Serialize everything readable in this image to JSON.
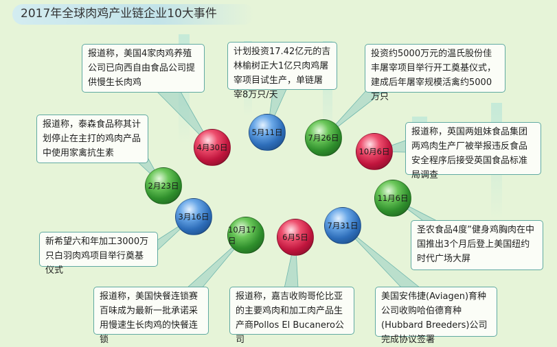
{
  "title": "2017年全球肉鸡产业链企业10大事件",
  "colors": {
    "red": "#c0153d",
    "green": "#2f8f2c",
    "blue": "#2d6db9",
    "connector": "#6fb6ad",
    "background": "#e6f4d8"
  },
  "events": [
    {
      "date": "4月30日",
      "color": "red",
      "text": "报道称，美国4家肉鸡养殖公司已向西自由食品公司提供慢生长肉鸡"
    },
    {
      "date": "5月11日",
      "color": "blue",
      "text": "计划投资17.42亿元的吉林榆树正大1亿只肉鸡屠宰项目试生产，单链屠宰8万只/天"
    },
    {
      "date": "7月26日",
      "color": "green",
      "text": "投资约5000万元的温氏股份佳丰屠宰项目举行开工奠基仪式，建成后年屠宰规模活禽约5000万只"
    },
    {
      "date": "10月6日",
      "color": "red",
      "text": "报道称，英国两姐妹食品集团两鸡肉生产厂被举报违反食品安全程序后接受英国食品标准局调查"
    },
    {
      "date": "11月6日",
      "color": "green",
      "text": "圣农食品4度”健身鸡胸肉在中国推出3个月后登上美国纽约时代广场大屏"
    },
    {
      "date": "7月31日",
      "color": "blue",
      "text": "美国安伟捷(Aviagen)育种公司收购哈伯德育种(Hubbard Breeders)公司完成协议签署"
    },
    {
      "date": "6月5日",
      "color": "red",
      "text": "报道称，嘉吉收购哥伦比亚的主要鸡肉和加工肉产品生产商Pollos El Bucanero公司"
    },
    {
      "date": "10月17日",
      "color": "green",
      "text": "报道称，美国快餐连锁赛百味成为最新一批承诺采用慢速生长肉鸡的快餐连锁"
    },
    {
      "date": "3月16日",
      "color": "blue",
      "text": "新希望六和年加工3000万只白羽肉鸡项目举行奠基仪式"
    },
    {
      "date": "2月23日",
      "color": "green",
      "text": "报道称，泰森食品称其计划停止在主打的鸡肉产品中使用家禽抗生素"
    }
  ]
}
